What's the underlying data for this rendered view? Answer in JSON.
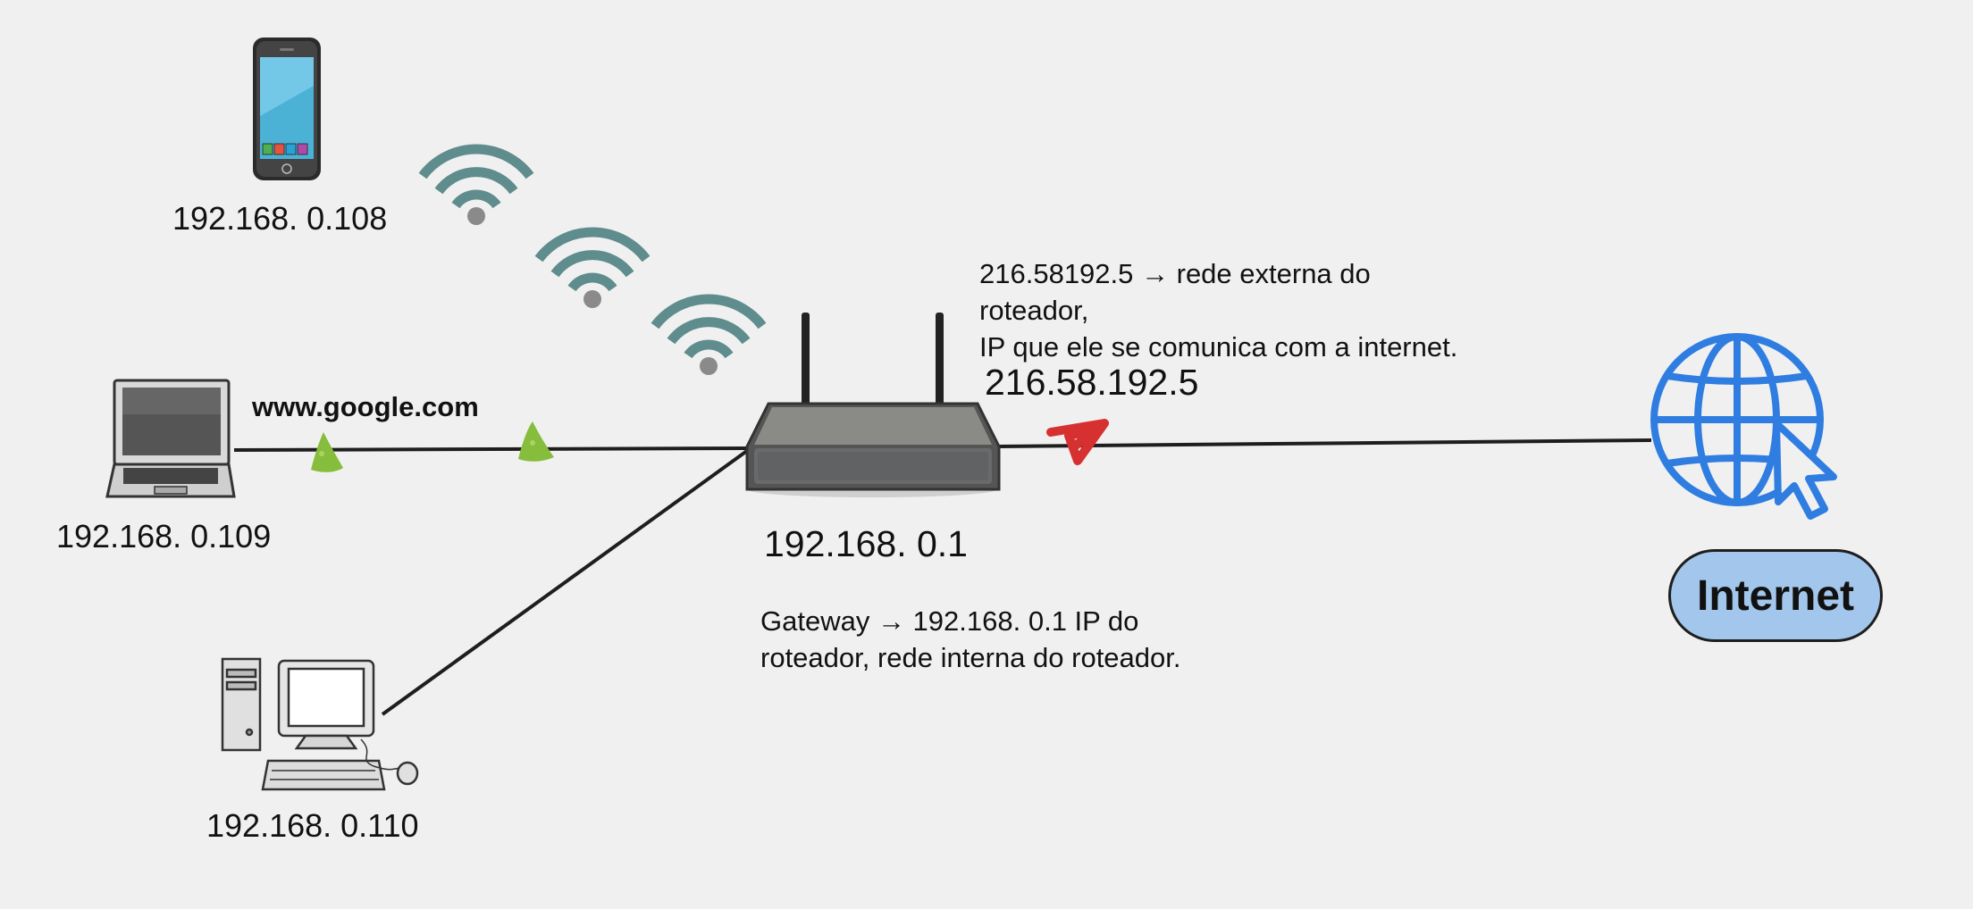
{
  "devices": {
    "phone": {
      "ip": "192.168. 0.108"
    },
    "laptop": {
      "ip": "192.168. 0.109",
      "url": "www.google.com"
    },
    "desktop": {
      "ip": "192.168. 0.110"
    },
    "router": {
      "internal_ip": "192.168. 0.1",
      "external_ip": "216.58.192.5"
    }
  },
  "notes": {
    "external": {
      "line1": "216.58192.5 → rede externa do roteador,",
      "line2": "IP que ele se comunica com a internet."
    },
    "gateway": {
      "line1": "Gateway  → 192.168. 0.1 IP do",
      "line2": "roteador, rede interna do roteador."
    }
  },
  "internet": {
    "label": "Internet"
  },
  "colors": {
    "background": "#f0f0f0",
    "wifi": "#5f8c8c",
    "packet_outgoing": "#86bd3c",
    "packet_blocked": "#d63030",
    "globe": "#2f7de1",
    "internet_pill": "#a3c7ec",
    "line": "#1e1e1e"
  },
  "icons": [
    "smartphone-icon",
    "laptop-icon",
    "desktop-computer-icon",
    "router-icon",
    "wifi-icon",
    "globe-cursor-icon"
  ]
}
